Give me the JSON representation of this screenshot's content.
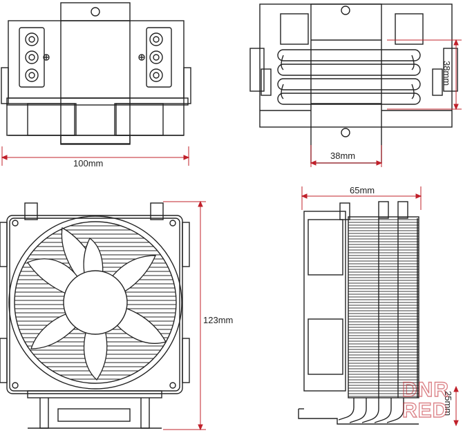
{
  "dimensions": {
    "width_side": "100mm",
    "height_top": "38mm",
    "width_top": "38mm",
    "depth_side": "65mm",
    "height_front": "123mm",
    "small_right": "25mm"
  },
  "watermark": {
    "line1": "DNR",
    "line2": "RED"
  },
  "colors": {
    "line": "#222222",
    "dimension": "#c0202a",
    "watermark": "#c0202a"
  }
}
